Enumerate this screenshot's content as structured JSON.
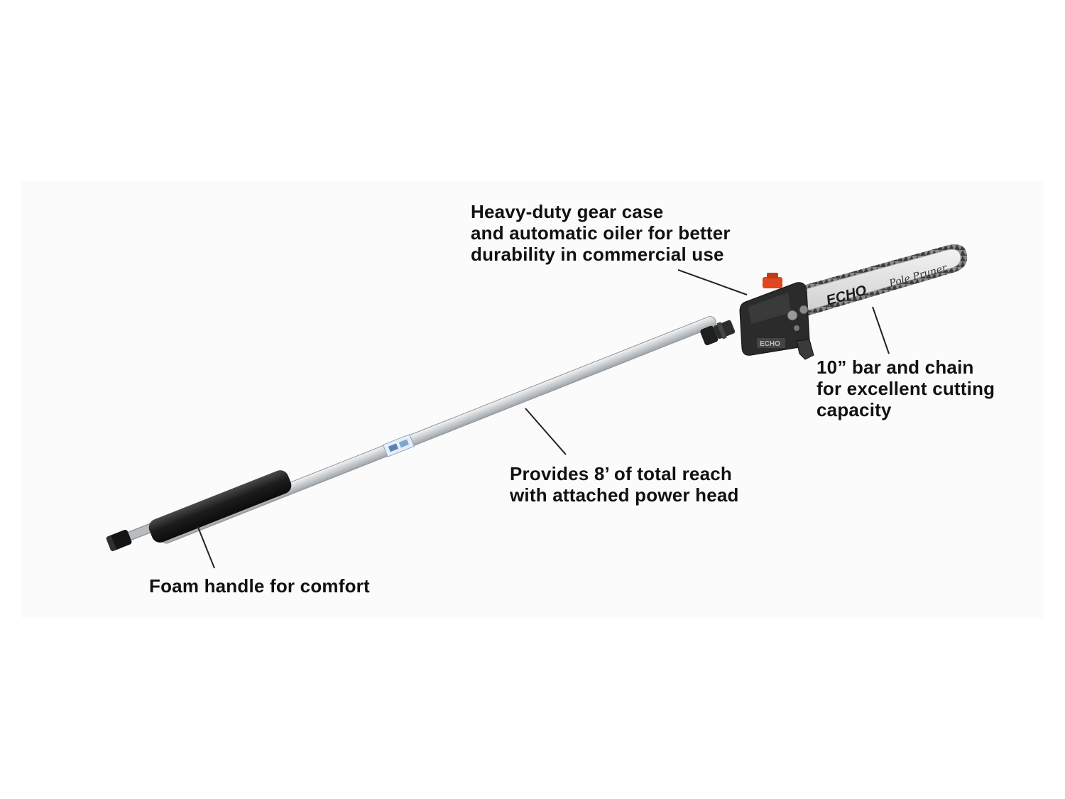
{
  "callouts": {
    "gear_case": {
      "lines": [
        "Heavy-duty gear case",
        "and automatic oiler for better",
        "durability in commercial use"
      ]
    },
    "bar_chain": {
      "lines": [
        "10” bar and chain",
        "for excellent cutting",
        "capacity"
      ]
    },
    "reach": {
      "lines": [
        "Provides 8’ of total reach",
        "with attached power head"
      ]
    },
    "foam_handle": {
      "lines": [
        "Foam handle for comfort"
      ]
    }
  },
  "product": {
    "bar_brand": "ECHO",
    "bar_model_script": "Pole Pruner",
    "housing_brand": "ECHO"
  },
  "colors": {
    "shaft": "#d9dde0",
    "foam_grip": "#1e1e1e",
    "gear_case": "#2b2b2b",
    "oil_cap": "#e0461f",
    "bar": "#e6e6e6",
    "chain": "#555555",
    "leader_line": "#222222"
  }
}
